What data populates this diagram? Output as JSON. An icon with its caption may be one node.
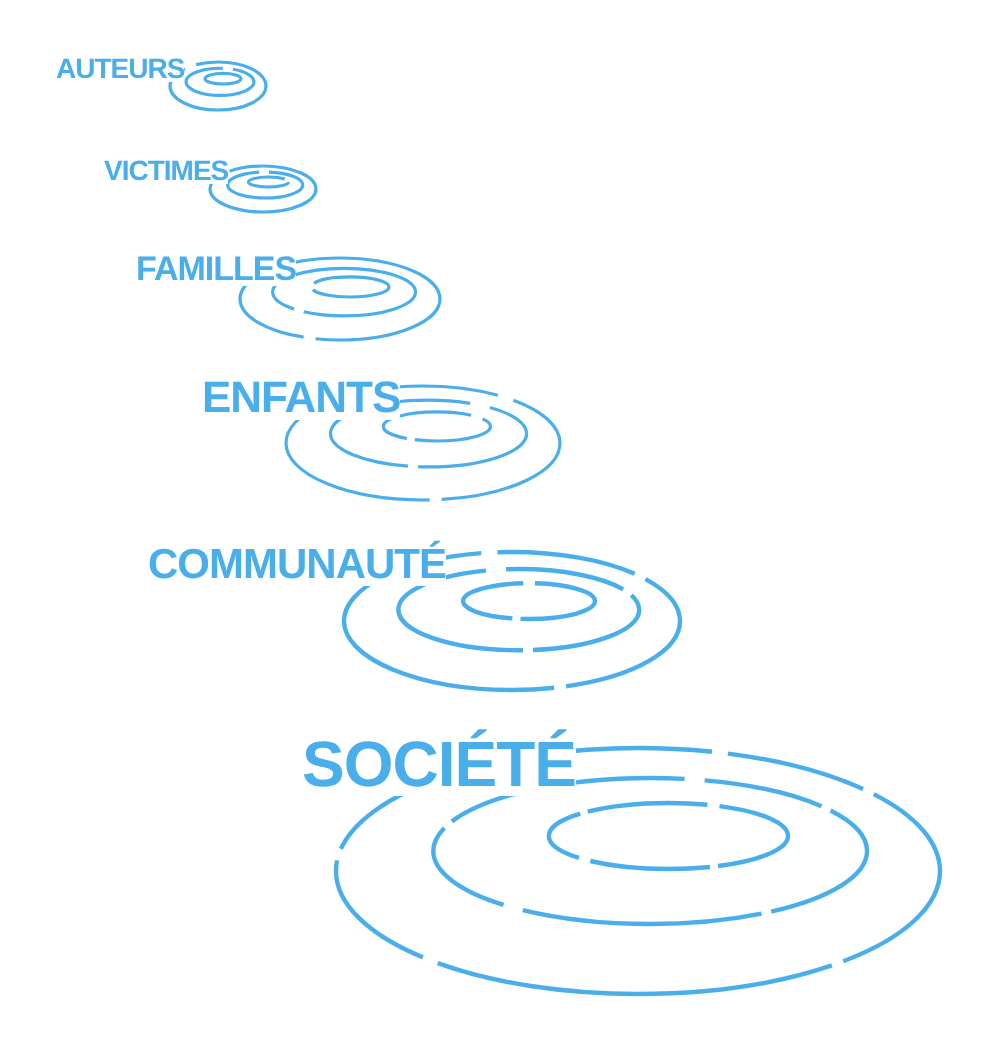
{
  "diagram": {
    "labels": [
      "AUTEURS",
      "VICTIMES",
      "FAMILLES",
      "ENFANTS",
      "COMMUNAUTÉ",
      "SOCIÉTÉ"
    ]
  }
}
